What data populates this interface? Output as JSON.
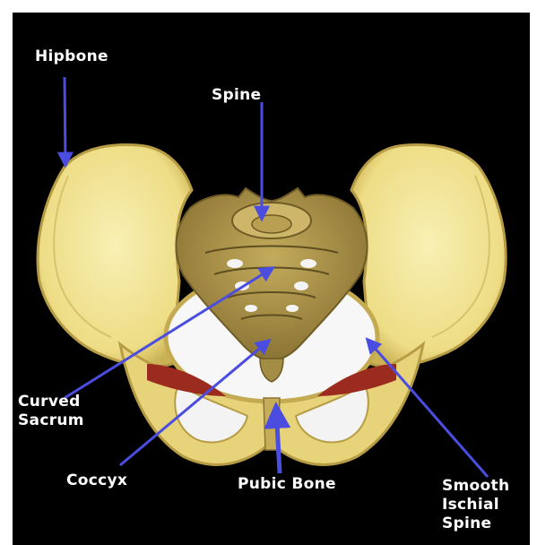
{
  "colors": {
    "background": "#000000",
    "bone": "#f1e79c",
    "bone_edge": "#bfa94a",
    "sacrum": "#a89146",
    "pelvic_inlet": "#f7f7f7",
    "muscle": "#9b2a1f",
    "arrow": "#4a4de0",
    "label_text": "#ffffff"
  },
  "labels": {
    "hipbone": "Hipbone",
    "spine": "Spine",
    "curved_sacrum": "Curved\nSacrum",
    "coccyx": "Coccyx",
    "pubic_bone": "Pubic Bone",
    "smooth_ischial_spine": "Smooth\nIschial\nSpine"
  },
  "icons": [
    "pelvis-illustration",
    "arrow-pointer"
  ]
}
